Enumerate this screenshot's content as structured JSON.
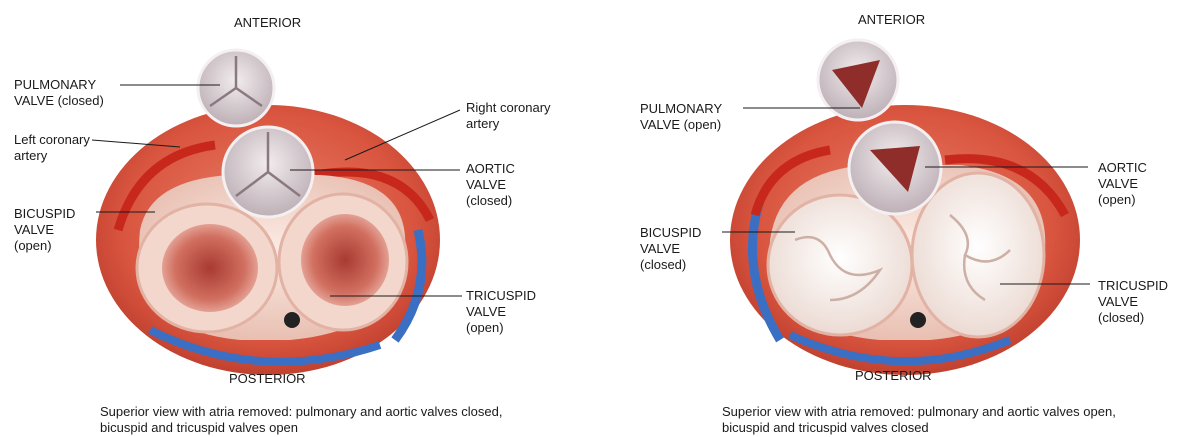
{
  "left_panel": {
    "anterior": "ANTERIOR",
    "posterior": "POSTERIOR",
    "labels": {
      "pulmonary": "PULMONARY\nVALVE (closed)",
      "left_coronary": "Left coronary\nartery",
      "right_coronary": "Right coronary\nartery",
      "aortic": "AORTIC\nVALVE\n(closed)",
      "bicuspid": "BICUSPID\nVALVE\n(open)",
      "tricuspid": "TRICUSPID\nVALVE\n(open)"
    },
    "caption": "Superior view with atria removed: pulmonary and aortic valves closed, bicuspid and tricuspid valves open"
  },
  "right_panel": {
    "anterior": "ANTERIOR",
    "posterior": "POSTERIOR",
    "labels": {
      "pulmonary": "PULMONARY\nVALVE (open)",
      "aortic": "AORTIC\nVALVE\n(open)",
      "bicuspid": "BICUSPID\nVALVE\n(closed)",
      "tricuspid": "TRICUSPID\nVALVE\n(closed)"
    },
    "caption": "Superior view with atria removed: pulmonary and aortic valves open, bicuspid and tricuspid valves closed"
  },
  "colors": {
    "muscle": "#d9553f",
    "muscle_dark": "#b83a2a",
    "vein": "#3a6fc4",
    "annulus": "#f2d5cc",
    "valve_open_interior": "#c85a4e",
    "valve_closed_leaflet": "#f7ece6",
    "outflow_ring": "#ddd3d6"
  }
}
